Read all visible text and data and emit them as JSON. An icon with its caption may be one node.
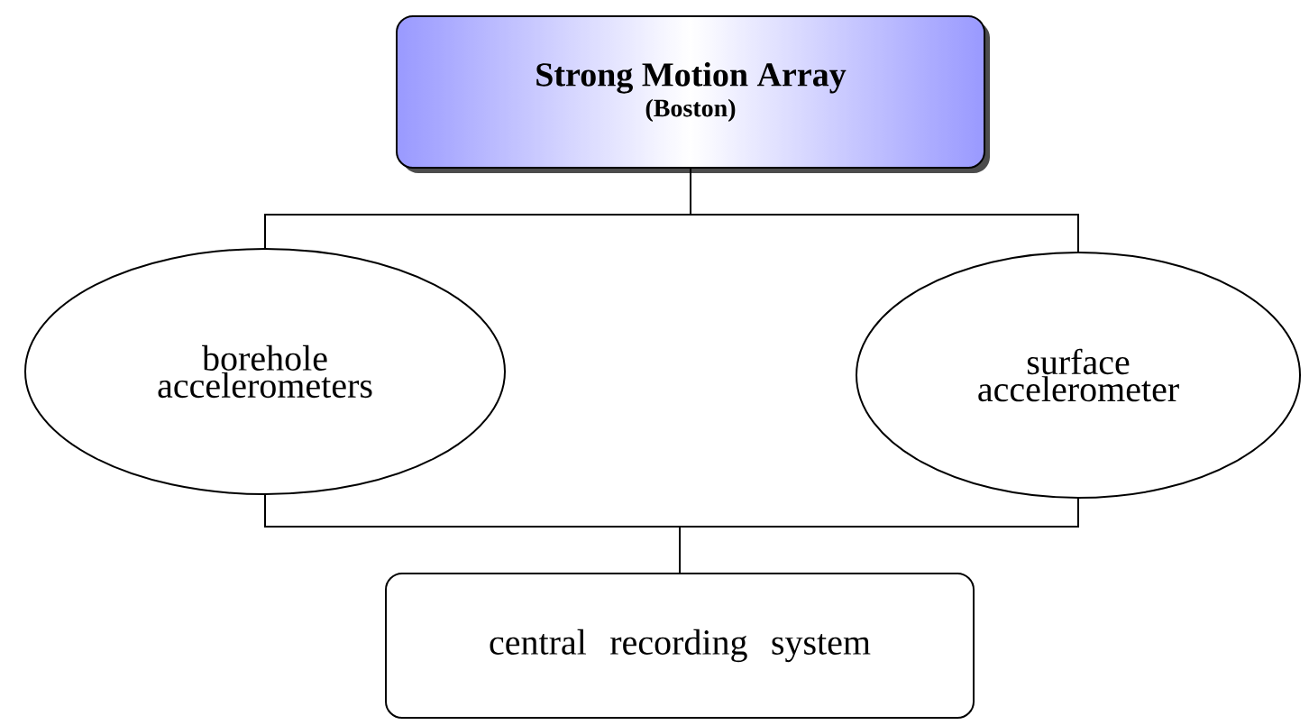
{
  "diagram": {
    "nodes": [
      {
        "text": [
          "Strong Motion Array",
          "(Boston)"
        ]
      },
      {
        "text": [
          "borehole accelerometers"
        ]
      },
      {
        "text": [
          "surface accelerometer"
        ]
      },
      {
        "text": [
          "central recording system"
        ]
      }
    ],
    "edges": [
      {
        "from": 0,
        "to": 1,
        "arrow": "none"
      },
      {
        "from": 0,
        "to": 2,
        "arrow": "none"
      },
      {
        "from": 1,
        "to": 3,
        "arrow": "none"
      },
      {
        "from": 2,
        "to": 3,
        "arrow": "none"
      }
    ]
  }
}
